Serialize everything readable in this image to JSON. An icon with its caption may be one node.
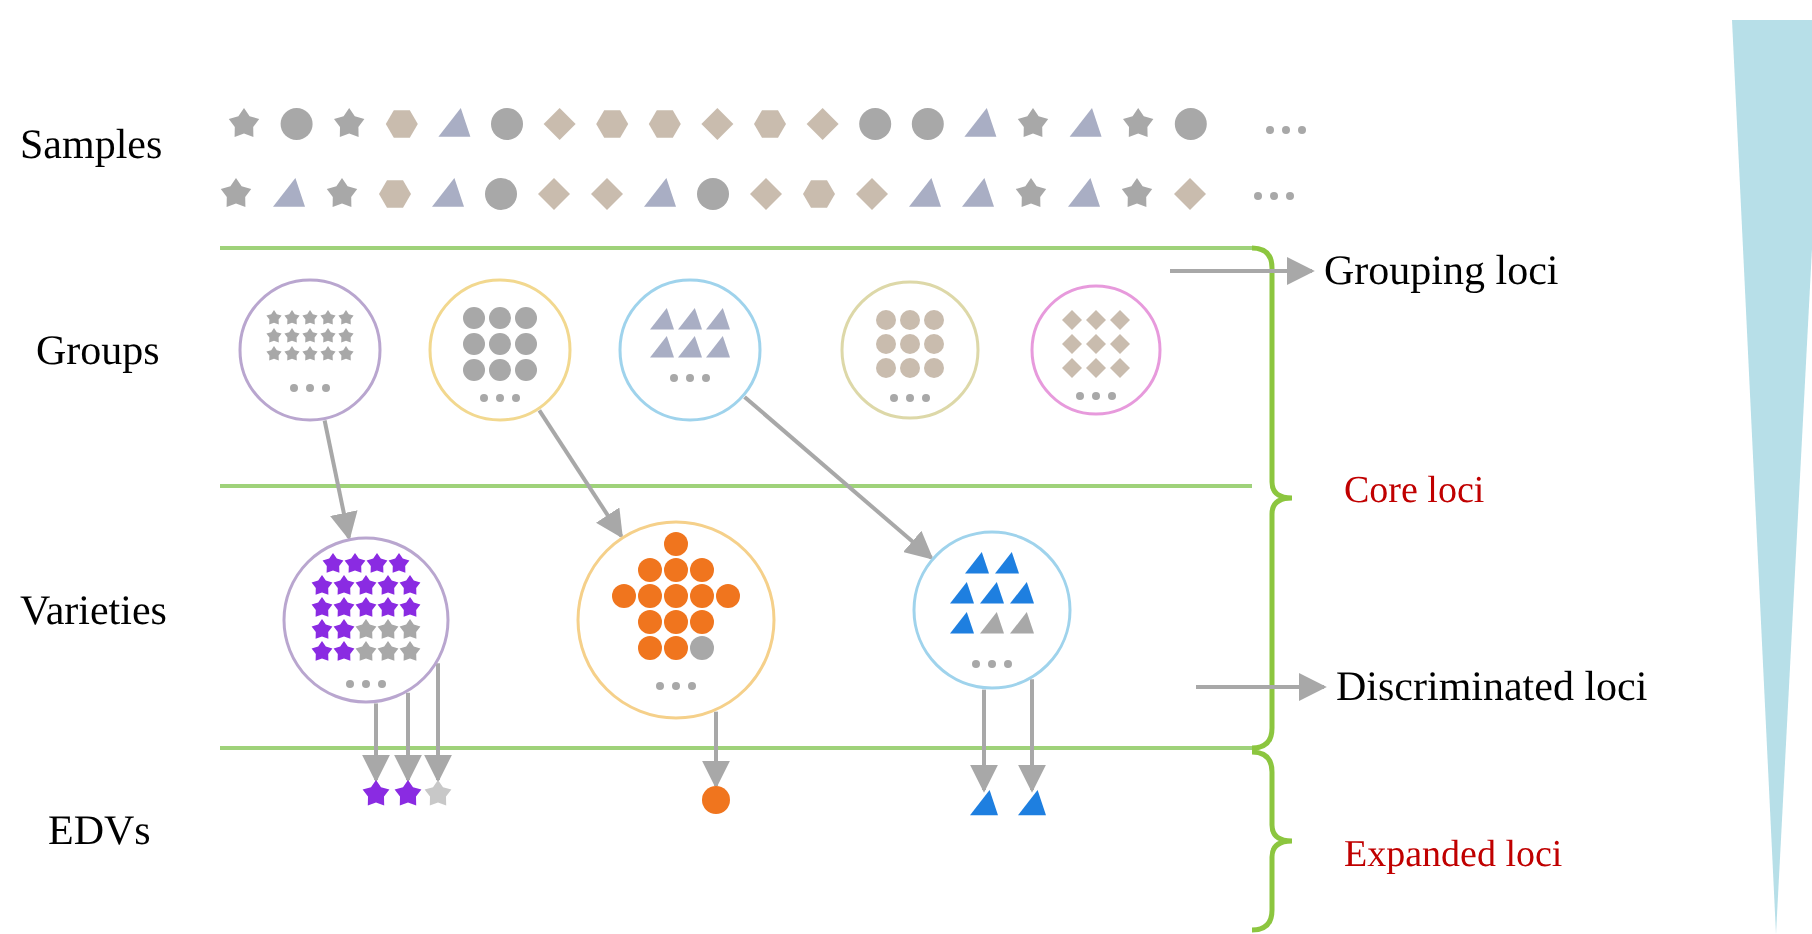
{
  "diagram": {
    "nodes": [
      {
        "text": [],
        "shape": "circle"
      },
      {
        "text": [],
        "shape": "circle"
      },
      {
        "text": [],
        "shape": "circle"
      },
      {
        "text": [],
        "shape": "circle"
      },
      {
        "text": [],
        "shape": "circle"
      },
      {
        "text": [],
        "shape": "circle"
      },
      {
        "text": [],
        "shape": "circle"
      },
      {
        "text": [],
        "shape": "circle"
      },
      {
        "text": [],
        "shape": "star"
      },
      {
        "text": [],
        "shape": "star"
      },
      {
        "text": [],
        "shape": "star"
      },
      {
        "text": [],
        "shape": "circle"
      },
      {
        "text": [],
        "shape": "triangle"
      },
      {
        "text": [],
        "shape": "triangle"
      },
      {
        "text": [
          "Grouping loci"
        ]
      },
      {
        "text": [
          "Discriminated loci"
        ]
      },
      {
        "text": [],
        "shape": "bar"
      }
    ],
    "edges": [
      {
        "from": 0,
        "to": 5,
        "arrow": "to"
      },
      {
        "from": 1,
        "to": 6,
        "arrow": "to"
      },
      {
        "from": 2,
        "to": 7,
        "arrow": "to"
      },
      {
        "from": 5,
        "to": 8,
        "arrow": "to"
      },
      {
        "from": 5,
        "to": 9,
        "arrow": "to"
      },
      {
        "from": 5,
        "to": 10,
        "arrow": "to"
      },
      {
        "from": 6,
        "to": 11,
        "arrow": "to"
      },
      {
        "from": 7,
        "to": 12,
        "arrow": "to"
      },
      {
        "from": 7,
        "to": 13,
        "arrow": "to"
      },
      {
        "from": null,
        "to": 14,
        "arrow": "to"
      },
      {
        "from": null,
        "to": 15,
        "arrow": "to"
      }
    ],
    "labels": [
      "Samples",
      "Groups",
      "Core loci",
      "Varieties",
      "EDVs",
      "Expanded loci"
    ]
  }
}
